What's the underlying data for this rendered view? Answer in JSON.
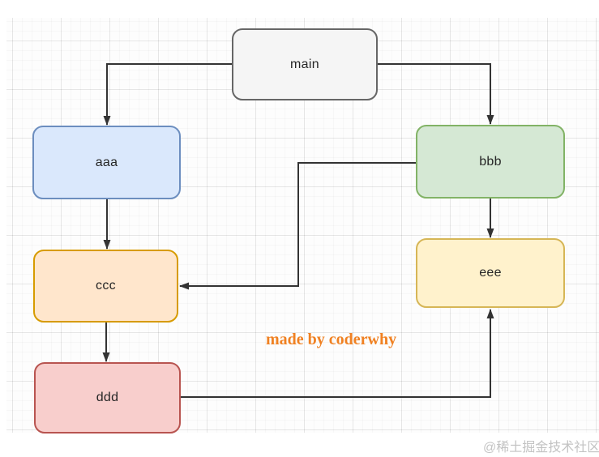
{
  "diagram": {
    "nodes": [
      {
        "id": "main",
        "label": "main",
        "fill": "#f5f5f5",
        "stroke": "#666666"
      },
      {
        "id": "aaa",
        "label": "aaa",
        "fill": "#dae8fc",
        "stroke": "#6c8ebf"
      },
      {
        "id": "bbb",
        "label": "bbb",
        "fill": "#d5e8d4",
        "stroke": "#82b366"
      },
      {
        "id": "ccc",
        "label": "ccc",
        "fill": "#ffe6cc",
        "stroke": "#d79b00"
      },
      {
        "id": "ddd",
        "label": "ddd",
        "fill": "#f8cecc",
        "stroke": "#b85450"
      },
      {
        "id": "eee",
        "label": "eee",
        "fill": "#fff2cc",
        "stroke": "#d6b656"
      }
    ],
    "edges": [
      {
        "from": "main",
        "to": "aaa"
      },
      {
        "from": "main",
        "to": "bbb"
      },
      {
        "from": "aaa",
        "to": "ccc"
      },
      {
        "from": "ccc",
        "to": "ddd"
      },
      {
        "from": "bbb",
        "to": "eee"
      },
      {
        "from": "bbb",
        "to": "ccc"
      },
      {
        "from": "ddd",
        "to": "eee"
      }
    ],
    "edge_color": "#333333",
    "annotation": {
      "text": "made by coderwhy",
      "color": "#f08122"
    },
    "watermark": {
      "text": "@稀土掘金技术社区"
    }
  }
}
